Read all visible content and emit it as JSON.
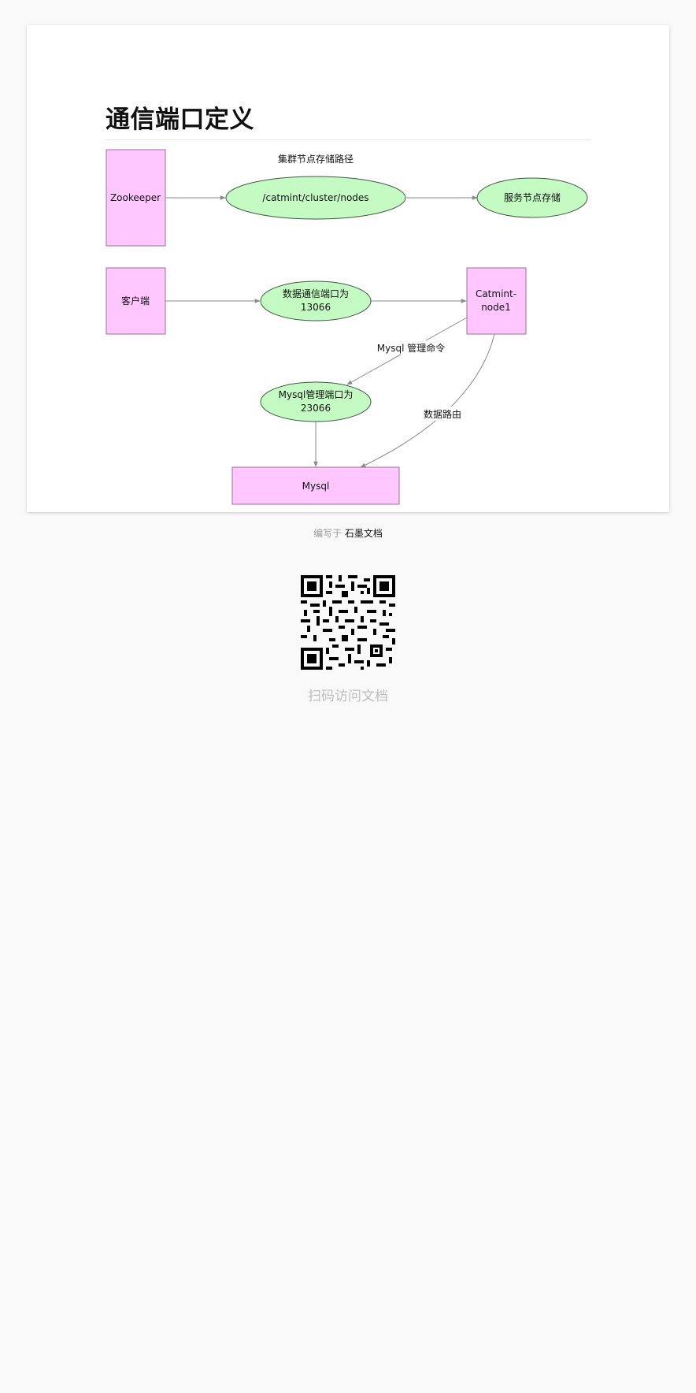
{
  "document": {
    "title": "通信端口定义"
  },
  "diagram": {
    "nodes": {
      "zookeeper": "Zookeeper",
      "cluster_path": "/catmint/cluster/nodes",
      "service_storage": "服务节点存储",
      "client": "客户端",
      "data_port": [
        "数据通信端口为",
        "13066"
      ],
      "catmint_node": [
        "Catmint-",
        "node1"
      ],
      "mysql_port": [
        "Mysql管理端口为",
        "23066"
      ],
      "mysql": "Mysql"
    },
    "edge_labels": {
      "cluster_storage_path": "集群节点存储路径",
      "mysql_command": "Mysql 管理命令",
      "data_routing": "数据路由"
    },
    "colors": {
      "box_fill": "#ffc6ff",
      "box_stroke": "#9a6f9a",
      "ellipse_fill": "#c4fbc2",
      "ellipse_stroke": "#3f5a3f",
      "edge": "#8a8a8a"
    }
  },
  "footer": {
    "written_prefix": "编写于",
    "written_brand": "石墨文档",
    "scan_label": "扫码访问文档"
  }
}
